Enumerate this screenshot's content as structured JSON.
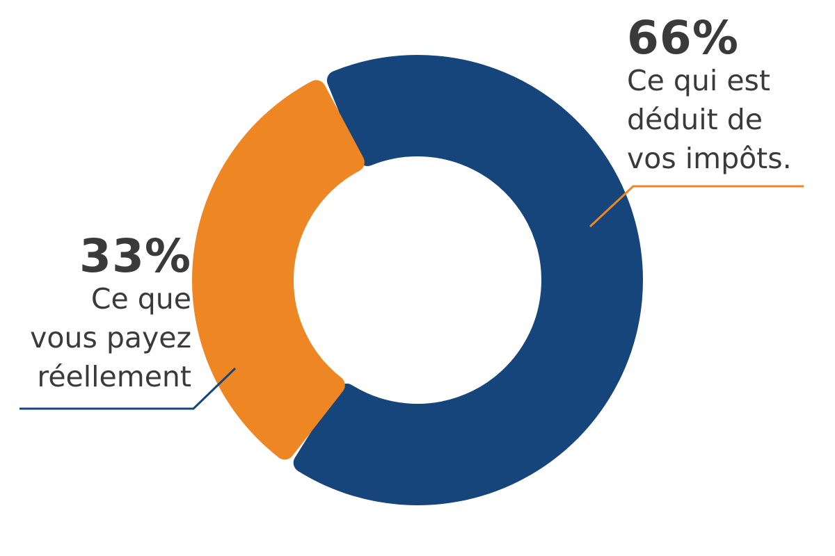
{
  "colors": {
    "primary": "#15457a",
    "accent": "#ee8623",
    "text": "#3a3a3a"
  },
  "chart_data": {
    "type": "pie",
    "title": "",
    "slices": [
      {
        "label": "66%",
        "value": 66,
        "color": "#15457a",
        "text_lines": [
          "Ce qui est",
          "déduit de",
          "vos impôts."
        ]
      },
      {
        "label": "33%",
        "value": 33,
        "color": "#ee8623",
        "text_lines": [
          "Ce que",
          "vous payez",
          "réellement"
        ]
      }
    ]
  }
}
